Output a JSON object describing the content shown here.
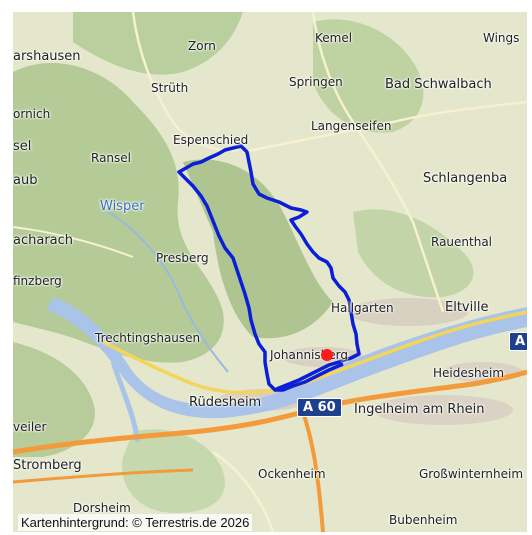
{
  "map": {
    "places": [
      {
        "id": "zorn",
        "name": "Zorn"
      },
      {
        "id": "kemel",
        "name": "Kemel"
      },
      {
        "id": "wings",
        "name": "Wings"
      },
      {
        "id": "arshausen",
        "name": "arshausen"
      },
      {
        "id": "struth",
        "name": "Strüth"
      },
      {
        "id": "springen",
        "name": "Springen"
      },
      {
        "id": "bad-schwalbach",
        "name": "Bad Schwalbach"
      },
      {
        "id": "ornich",
        "name": "ornich"
      },
      {
        "id": "langenseifen",
        "name": "Langenseifen"
      },
      {
        "id": "sel",
        "name": "sel"
      },
      {
        "id": "espenschied",
        "name": "Espenschied"
      },
      {
        "id": "ransel",
        "name": "Ransel"
      },
      {
        "id": "schlangenbad",
        "name": "Schlangenba"
      },
      {
        "id": "aub",
        "name": "aub"
      },
      {
        "id": "bacharach",
        "name": "acharach"
      },
      {
        "id": "rauenthal",
        "name": "Rauenthal"
      },
      {
        "id": "presberg",
        "name": "Presberg"
      },
      {
        "id": "vinzberg",
        "name": "finzberg"
      },
      {
        "id": "hallgarten",
        "name": "Hallgarten"
      },
      {
        "id": "eltville",
        "name": "Eltville"
      },
      {
        "id": "trechtingshausen",
        "name": "Trechtingshausen"
      },
      {
        "id": "johannisberg",
        "name": "Johannisberg"
      },
      {
        "id": "heidesheim",
        "name": "Heidesheim"
      },
      {
        "id": "ruedesheim",
        "name": "Rüdesheim"
      },
      {
        "id": "ingelheim",
        "name": "Ingelheim am Rhein"
      },
      {
        "id": "weiler",
        "name": "veiler"
      },
      {
        "id": "stromberg",
        "name": "Stromberg"
      },
      {
        "id": "ockenheim",
        "name": "Ockenheim"
      },
      {
        "id": "grosswinternheim",
        "name": "Großwinternheim"
      },
      {
        "id": "dorsheim",
        "name": "Dorsheim"
      },
      {
        "id": "bubenheim",
        "name": "Bubenheim"
      }
    ],
    "water": {
      "wisper": "Wisper"
    },
    "road_shields": {
      "a60": "A 60",
      "a_edge": "A"
    },
    "attribution": "Kartenhintergrund: © Terrestris.de 2026",
    "colors": {
      "route": "#0a1fd6",
      "marker": "#ff1a1a",
      "river": "#a9c4e8",
      "forest": "#a9c38c",
      "urban": "#d9d2c3",
      "motorway": "#f39a3a",
      "shield": "#1f3f8f"
    }
  }
}
